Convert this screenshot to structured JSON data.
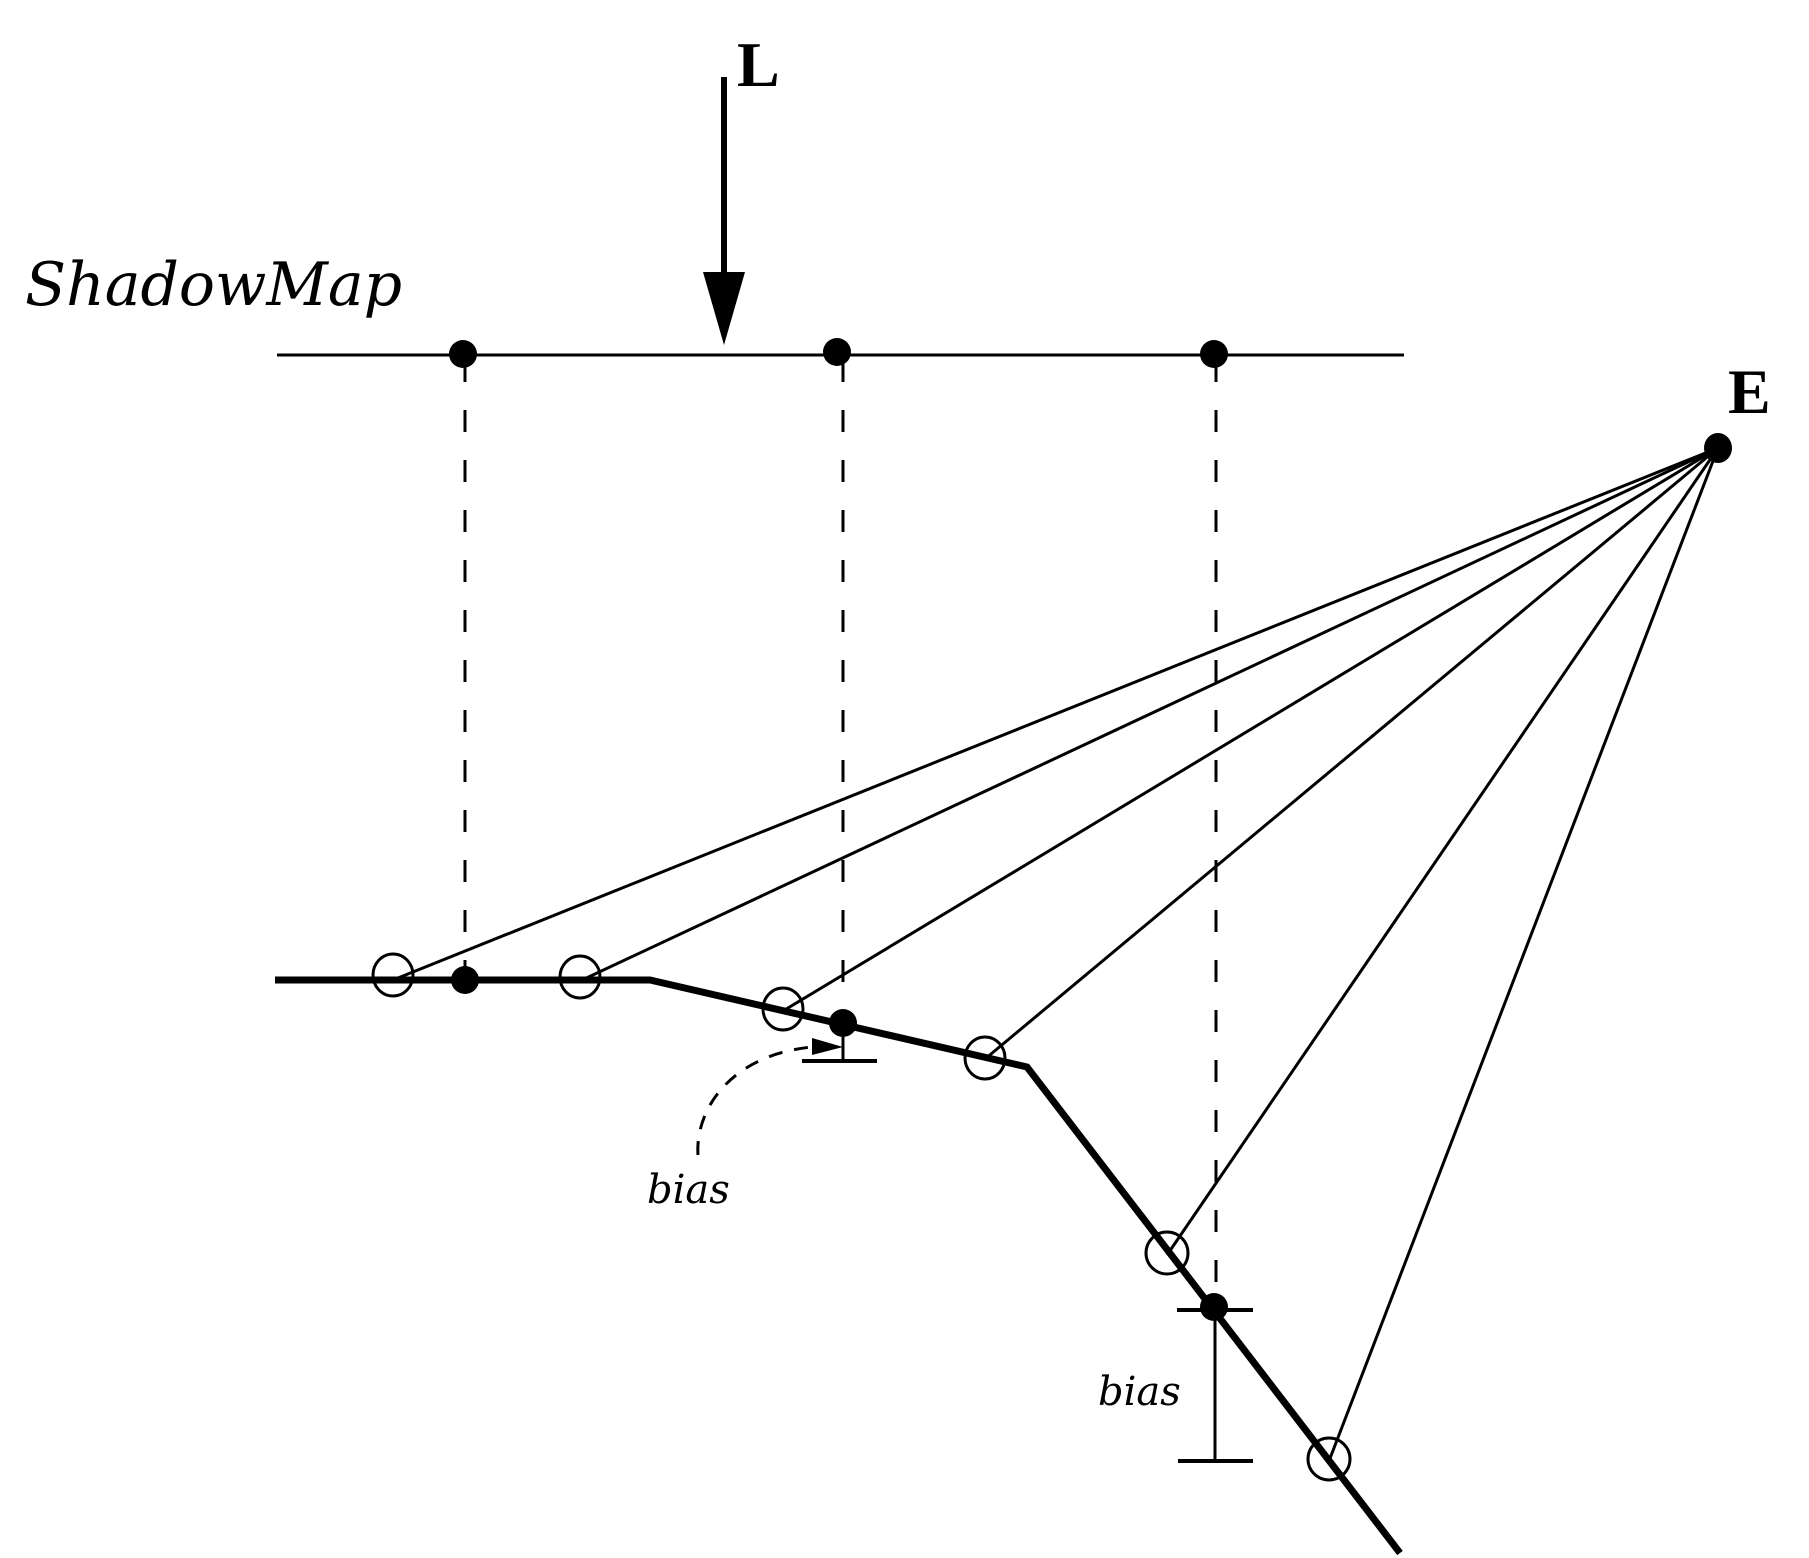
{
  "labels": {
    "shadow_map": "ShadowMap",
    "light": "L",
    "eye": "E",
    "bias_upper": "bias",
    "bias_lower": "bias"
  },
  "diagram": {
    "description": "Shadow map depth bias illustration",
    "shadow_map_samples": 3,
    "surface_view_samples": 6,
    "colors": {
      "stroke": "#000000",
      "background": "#ffffff"
    }
  }
}
